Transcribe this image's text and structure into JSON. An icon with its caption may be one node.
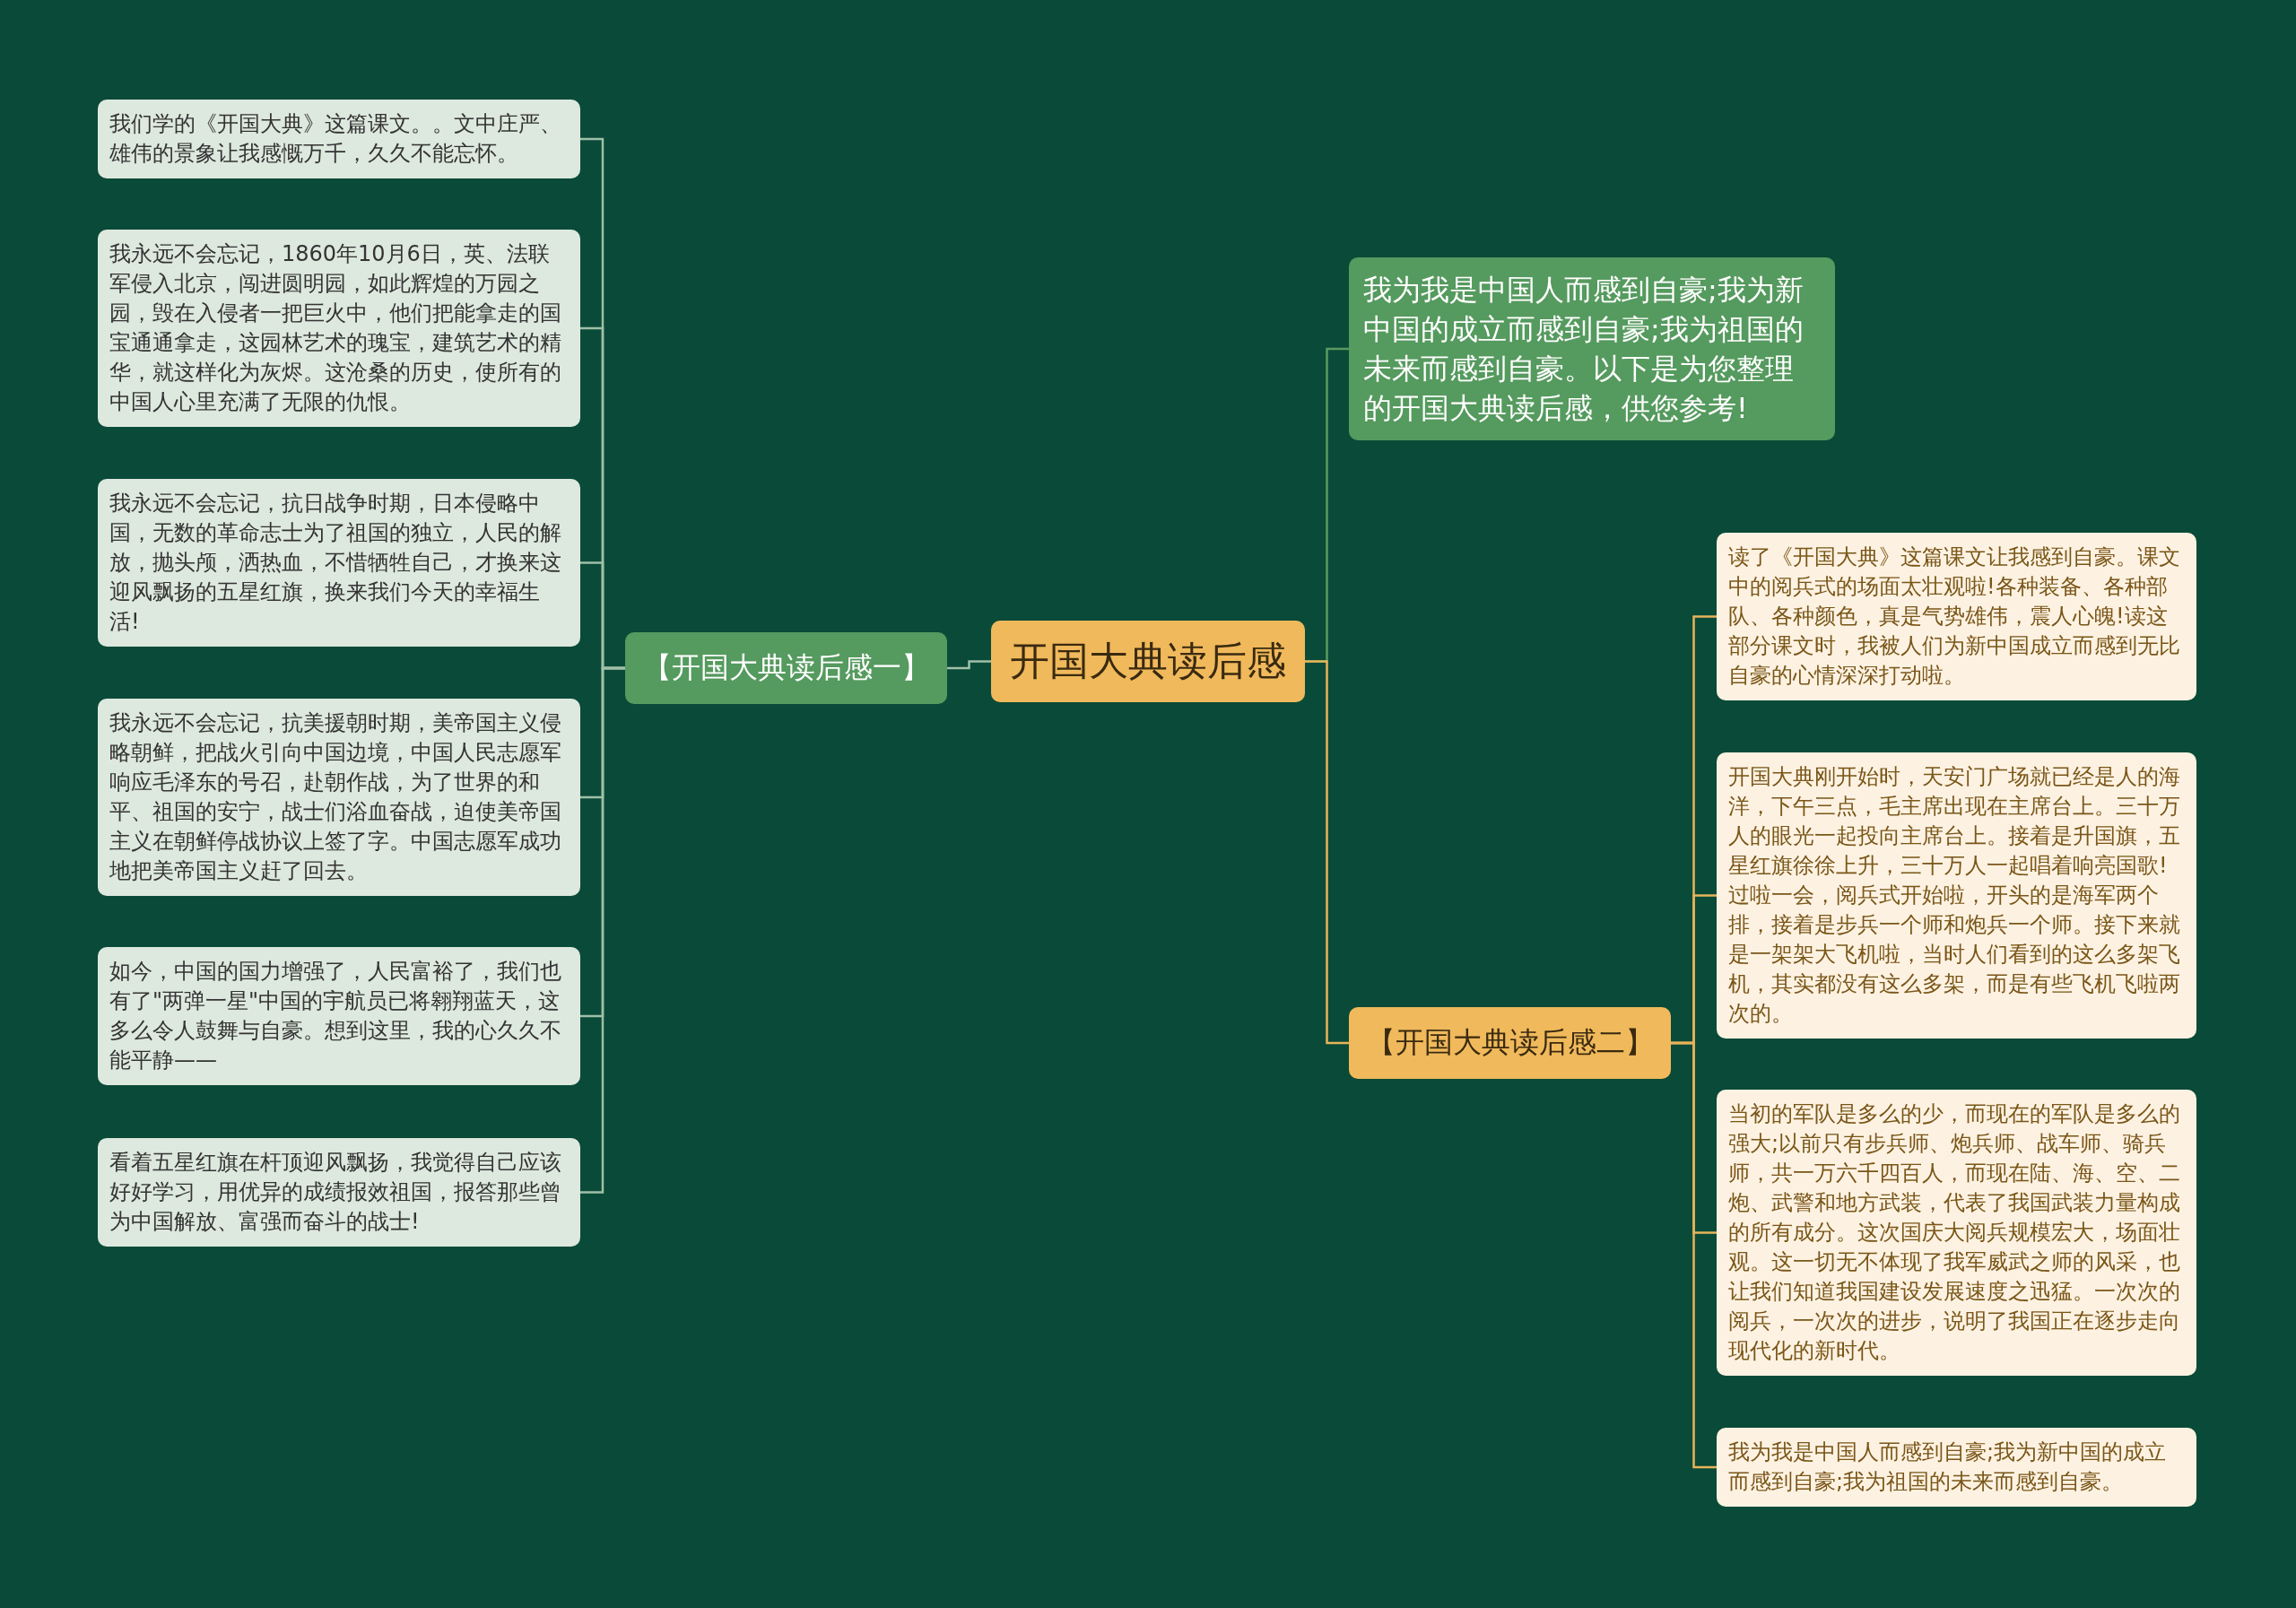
{
  "diagram": {
    "nodes": [
      {
        "text": [
          "开国大典读后感"
        ]
      },
      {
        "text": [
          "【开国大典读后感一】"
        ]
      },
      {
        "text": [
          "我们学的《开国大典》这篇课文。。文中庄严、雄伟的景象让我感慨万千，久久不能忘怀。"
        ]
      },
      {
        "text": [
          "我永远不会忘记，1860年10月6日，英、法联军侵入北京，闯进圆明园，如此辉煌的万园之园，毁在入侵者一把巨火中，他们把能拿走的国宝通通拿走，这园林艺术的瑰宝，建筑艺术的精华，就这样化为灰烬。这沧桑的历史，使所有的中国人心里充满了无限的仇恨。"
        ]
      },
      {
        "text": [
          "我永远不会忘记，抗日战争时期，日本侵略中国，无数的革命志士为了祖国的独立，人民的解放，抛头颅，洒热血，不惜牺牲自己，才换来这迎风飘扬的五星红旗，换来我们今天的幸福生活!"
        ]
      },
      {
        "text": [
          "我永远不会忘记，抗美援朝时期，美帝国主义侵略朝鲜，把战火引向中国边境，中国人民志愿军响应毛泽东的号召，赴朝作战，为了世界的和平、祖国的安宁，战士们浴血奋战，迫使美帝国主义在朝鲜停战协议上签了字。中国志愿军成功地把美帝国主义赶了回去。"
        ]
      },
      {
        "text": [
          "如今，中国的国力增强了，人民富裕了，我们也有了\"两弹一星\"中国的宇航员已将翱翔蓝天，这多么令人鼓舞与自豪。想到这里，我的心久久不能平静——"
        ]
      },
      {
        "text": [
          "看着五星红旗在杆顶迎风飘扬，我觉得自己应该好好学习，用优异的成绩报效祖国，报答那些曾为中国解放、富强而奋斗的战士!"
        ]
      },
      {
        "text": [
          "我为我是中国人而感到自豪;我为新中国的成立而感到自豪;我为祖国的未来而感到自豪。以下是为您整理的开国大典读后感，供您参考!"
        ]
      },
      {
        "text": [
          "【开国大典读后感二】"
        ]
      },
      {
        "text": [
          "读了《开国大典》这篇课文让我感到自豪。课文中的阅兵式的场面太壮观啦!各种装备、各种部队、各种颜色，真是气势雄伟，震人心魄!读这部分课文时，我被人们为新中国成立而感到无比自豪的心情深深打动啦。"
        ]
      },
      {
        "text": [
          "开国大典刚开始时，天安门广场就已经是人的海洋，下午三点，毛主席出现在主席台上。三十万人的眼光一起投向主席台上。接着是升国旗，五星红旗徐徐上升，三十万人一起唱着响亮国歌!过啦一会，阅兵式开始啦，开头的是海军两个排，接着是步兵一个师和炮兵一个师。接下来就是一架架大飞机啦，当时人们看到的这么多架飞机，其实都没有这么多架，而是有些飞机飞啦两次的。"
        ]
      },
      {
        "text": [
          "当初的军队是多么的少，而现在的军队是多么的强大;以前只有步兵师、炮兵师、战车师、骑兵师，共一万六千四百人，而现在陆、海、空、二炮、武警和地方武装，代表了我国武装力量构成的所有成分。这次国庆大阅兵规模宏大，场面壮观。这一切无不体现了我军威武之师的风采，也让我们知道我国建设发展速度之迅猛。一次次的阅兵，一次次的进步，说明了我国正在逐步走向现代化的新时代。"
        ]
      },
      {
        "text": [
          "我为我是中国人而感到自豪;我为新中国的成立而感到自豪;我为祖国的未来而感到自豪。"
        ]
      }
    ],
    "edges": [
      {
        "from": 0,
        "to": 1,
        "arrow": "none"
      },
      {
        "from": 1,
        "to": 2,
        "arrow": "none"
      },
      {
        "from": 1,
        "to": 3,
        "arrow": "none"
      },
      {
        "from": 1,
        "to": 4,
        "arrow": "none"
      },
      {
        "from": 1,
        "to": 5,
        "arrow": "none"
      },
      {
        "from": 1,
        "to": 6,
        "arrow": "none"
      },
      {
        "from": 1,
        "to": 7,
        "arrow": "none"
      },
      {
        "from": 0,
        "to": 8,
        "arrow": "none",
        "color": "#5a9a62"
      },
      {
        "from": 0,
        "to": 9,
        "arrow": "none",
        "color": "#e8b45a"
      },
      {
        "from": 9,
        "to": 10,
        "arrow": "none",
        "color": "#e8b45a"
      },
      {
        "from": 9,
        "to": 11,
        "arrow": "none",
        "color": "#e8b45a"
      },
      {
        "from": 9,
        "to": 12,
        "arrow": "none",
        "color": "#e8b45a"
      },
      {
        "from": 9,
        "to": 13,
        "arrow": "none",
        "color": "#e8b45a"
      }
    ]
  }
}
